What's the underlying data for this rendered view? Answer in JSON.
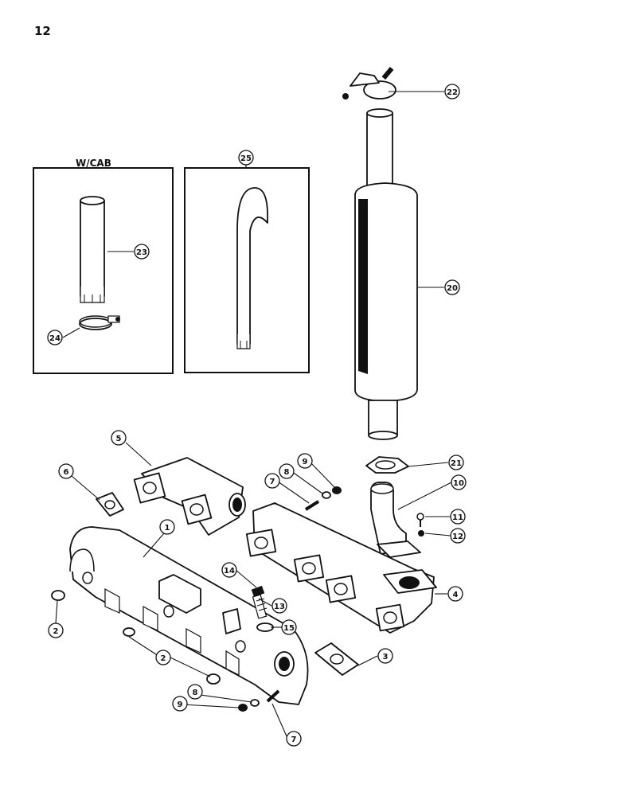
{
  "page_number": "12",
  "box_cab_title": "W/CAB",
  "callouts": {
    "c1": "1",
    "c2a": "2",
    "c2b": "2",
    "c3": "3",
    "c4": "4",
    "c5": "5",
    "c6": "6",
    "c7a": "7",
    "c7b": "7",
    "c8a": "8",
    "c8b": "8",
    "c9a": "9",
    "c9b": "9",
    "c10": "10",
    "c11": "11",
    "c12": "12",
    "c13": "13",
    "c14": "14",
    "c15": "15",
    "c20": "20",
    "c21": "21",
    "c22": "22",
    "c23": "23",
    "c24": "24",
    "c25": "25"
  }
}
